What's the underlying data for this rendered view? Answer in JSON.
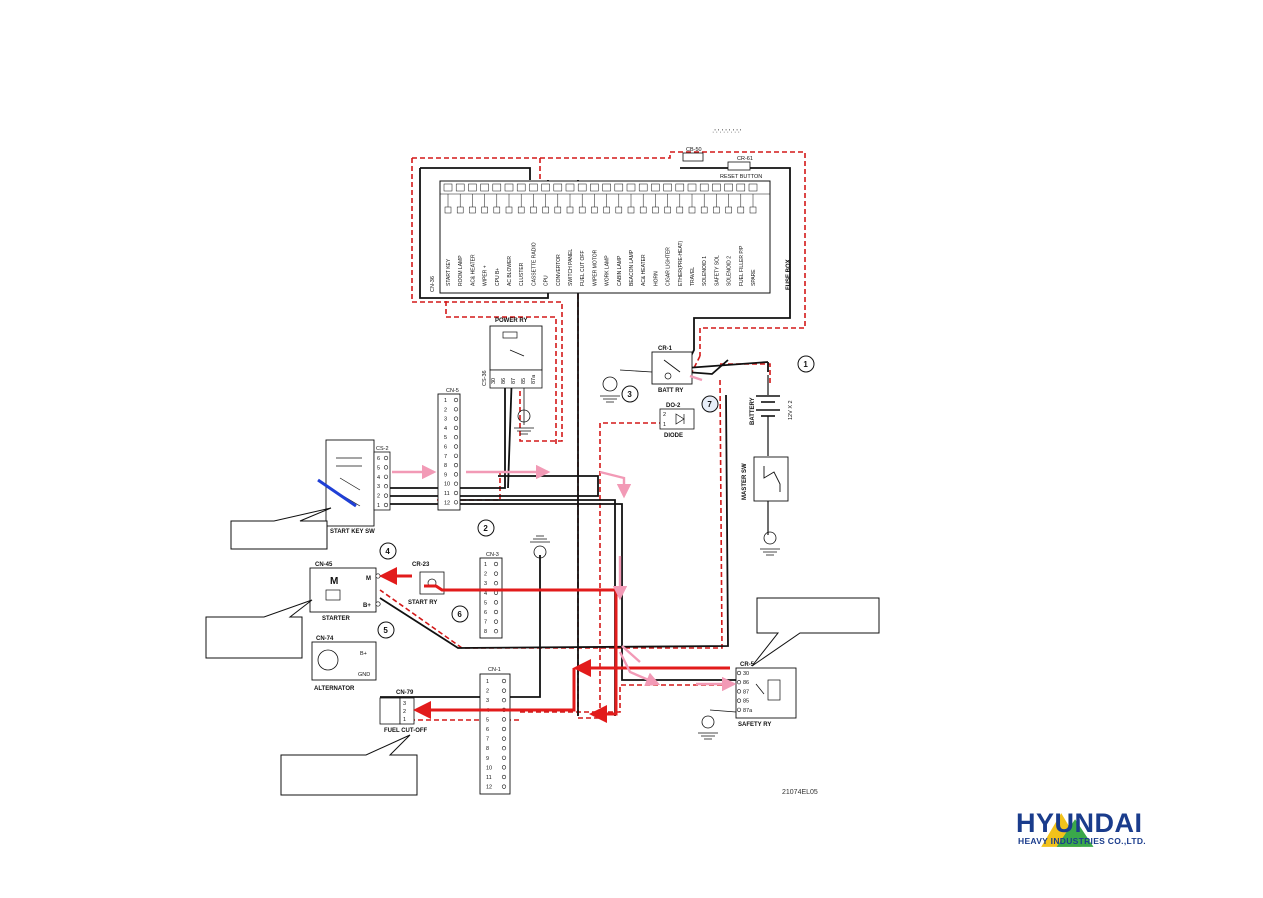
{
  "header": {
    "garbled_title": "·'·'·'·'·'·'·'·'"
  },
  "fuse_box": {
    "title": "FUSE BOX",
    "connector": "CN-36",
    "labels": [
      "START KEY",
      "ROOM LAMP",
      "AC& HEATER",
      "WIPER +",
      "CPU B+",
      "AC BLOWER",
      "CLUSTER",
      "CASSETTE RADIO",
      "CPU",
      "CONVERTOR",
      "SWITCH PANEL",
      "FUEL CUT OFF",
      "WIPER MOTOR",
      "WORK LAMP",
      "CABIN LAMP",
      "BEACON LAMP",
      "AC& HEATER",
      "HORN",
      "CIGAR LIGHTER",
      "ETHER(PRE-HEAT)",
      "TRAVEL",
      "SOLENOID 1",
      "SAFETY SOL",
      "SOLENOID 2",
      "FUEL FILLER P/P",
      "SPARE"
    ]
  },
  "reset": {
    "cb50": "CB-50",
    "cr61": "CR-61",
    "label": "RESET BUTTON"
  },
  "power_ry": {
    "label": "POWER RY",
    "conn": "CS-36",
    "pins": [
      "30",
      "86",
      "87",
      "85",
      "87a"
    ]
  },
  "batt_ry": {
    "conn": "CR-1",
    "label": "BATT RY"
  },
  "diode": {
    "conn": "DO-2",
    "label": "DIODE",
    "pins": [
      "2",
      "1"
    ]
  },
  "battery": {
    "label": "BATTERY",
    "spec": "12V X 2"
  },
  "master_sw": {
    "label": "MASTER SW"
  },
  "cn5": {
    "label": "CN-5",
    "pins": [
      "1",
      "2",
      "3",
      "4",
      "5",
      "6",
      "7",
      "8",
      "9",
      "10",
      "11",
      "12"
    ]
  },
  "start_key": {
    "label": "START KEY SW",
    "conn": "CS-2",
    "pins": [
      "6",
      "5",
      "4",
      "3",
      "2",
      "1"
    ]
  },
  "starter": {
    "conn": "CN-45",
    "symbol": "M",
    "label": "STARTER",
    "terms": [
      "M",
      "B+"
    ]
  },
  "start_ry": {
    "conn": "CR-23",
    "label": "START RY"
  },
  "cn3": {
    "label": "CN-3",
    "pins": [
      "1",
      "2",
      "3",
      "4",
      "5",
      "6",
      "7",
      "8"
    ]
  },
  "alternator": {
    "conn": "CN-74",
    "label": "ALTERNATOR",
    "terms": [
      "B+",
      "GND"
    ]
  },
  "fuel_cut": {
    "conn": "CN-79",
    "label": "FUEL CUT-OFF",
    "pins": [
      "3",
      "2",
      "1"
    ]
  },
  "cn1": {
    "label": "CN-1",
    "pins": [
      "1",
      "2",
      "3",
      "4",
      "5",
      "6",
      "7",
      "8",
      "9",
      "10",
      "11",
      "12"
    ]
  },
  "safety_ry": {
    "conn": "CR-5",
    "label": "SAFETY RY",
    "pins": [
      "30",
      "86",
      "87",
      "85",
      "87a"
    ]
  },
  "callouts": [
    "1",
    "2",
    "3",
    "4",
    "5",
    "6",
    "7"
  ],
  "drawing_no": "21074EL05",
  "logo": {
    "name": "HYUNDAI",
    "sub": "HEAVY INDUSTRIES CO.,LTD."
  },
  "colors": {
    "wire_black": "#111111",
    "wire_red_dash": "#d31818",
    "flow_red": "#e21b1b",
    "flow_pink": "#f29ab6",
    "marker_blue": "#1f3fd6",
    "logo_blue": "#1a3c8c",
    "logo_green": "#3aa84a"
  }
}
